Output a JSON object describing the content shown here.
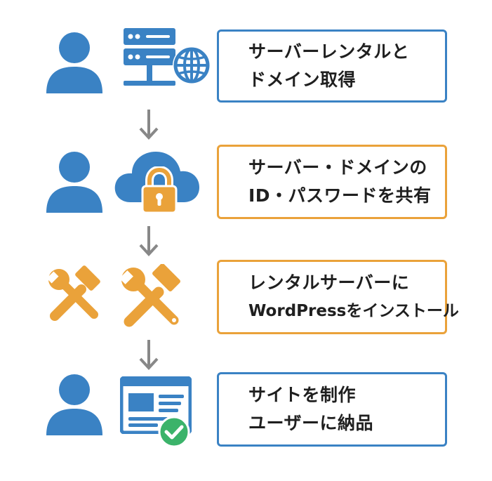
{
  "steps": [
    {
      "lines": [
        "サーバーレンタルと",
        "ドメイン取得"
      ]
    },
    {
      "lines": [
        "サーバー・ドメインの",
        "ID・パスワードを共有"
      ]
    },
    {
      "lines": [
        "レンタルサーバーに",
        "WordPressをインストール"
      ]
    },
    {
      "lines": [
        "サイトを制作",
        "ユーザーに納品"
      ]
    }
  ],
  "icons": {
    "step1": [
      "user-icon",
      "server-icon",
      "globe-icon"
    ],
    "step2": [
      "user-icon",
      "cloud-icon",
      "padlock-icon"
    ],
    "step3": [
      "tools-icon",
      "tools-icon"
    ],
    "step4": [
      "user-icon",
      "website-window-icon",
      "check-badge-icon"
    ],
    "connector": "arrow-down-icon"
  },
  "colors": {
    "blue": "#3a82c4",
    "orange": "#eaa23a",
    "green": "#3bb36a",
    "arrow": "#888888",
    "text": "#1f1f1f"
  }
}
